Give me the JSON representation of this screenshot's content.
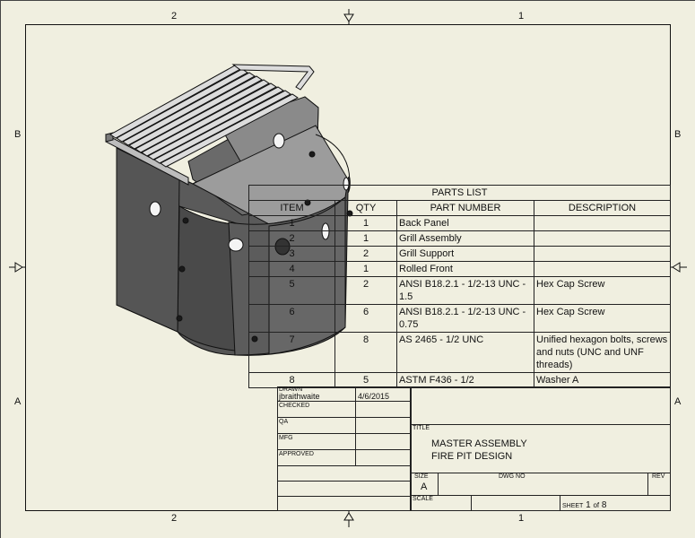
{
  "border_zones": {
    "top": [
      "2",
      "1"
    ],
    "bottom": [
      "2",
      "1"
    ],
    "left": [
      "B",
      "A"
    ],
    "right": [
      "B",
      "A"
    ]
  },
  "parts_list": {
    "title": "PARTS LIST",
    "headers": [
      "ITEM",
      "QTY",
      "PART NUMBER",
      "DESCRIPTION"
    ],
    "rows": [
      [
        "1",
        "1",
        "Back Panel",
        ""
      ],
      [
        "2",
        "1",
        "Grill Assembly",
        ""
      ],
      [
        "3",
        "2",
        "Grill Support",
        ""
      ],
      [
        "4",
        "1",
        "Rolled Front",
        ""
      ],
      [
        "5",
        "2",
        "ANSI B18.2.1 - 1/2-13 UNC - 1.5",
        "Hex Cap Screw"
      ],
      [
        "6",
        "6",
        "ANSI B18.2.1 - 1/2-13 UNC - 0.75",
        "Hex Cap Screw"
      ],
      [
        "7",
        "8",
        "AS 2465 - 1/2  UNC",
        "Unified hexagon bolts, screws and nuts (UNC and UNF threads)"
      ],
      [
        "8",
        "5",
        "ASTM F436 - 1/2",
        "Washer A"
      ]
    ]
  },
  "title_block": {
    "drawn_label": "DRAWN",
    "drawn_by": "jbraithwaite",
    "drawn_date": "4/6/2015",
    "checked_label": "CHECKED",
    "qa_label": "QA",
    "mfg_label": "MFG",
    "approved_label": "APPROVED",
    "title_label": "TITLE",
    "title_line1": "MASTER ASSEMBLY",
    "title_line2": "FIRE PIT DESIGN",
    "size_label": "SIZE",
    "size_value": "A",
    "dwg_no_label": "DWG NO",
    "rev_label": "REV",
    "scale_label": "SCALE",
    "sheet_label": "SHEET",
    "sheet_number": "1",
    "of_label": "of",
    "sheet_total": "8"
  },
  "colors": {
    "background": "#f0efe0",
    "line": "#111111",
    "model_dark": "#4a4a4a",
    "model_mid": "#6e6e6e",
    "model_light": "#9a9a9a"
  }
}
